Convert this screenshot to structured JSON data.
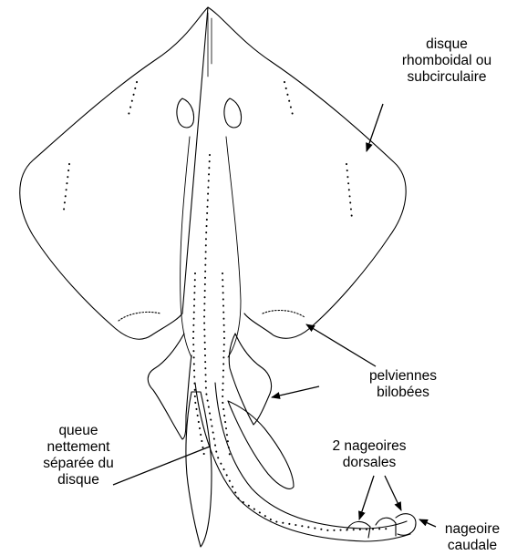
{
  "labels": {
    "disque": [
      "disque",
      "rhomboidal ou",
      "subcirculaire"
    ],
    "pelviennes": [
      "pelviennes",
      "bilobées"
    ],
    "queue": [
      "queue",
      "nettement",
      "séparée du",
      "disque"
    ],
    "dorsales": [
      "2 nageoires",
      "dorsales"
    ],
    "caudale": [
      "nageoire",
      "caudale"
    ]
  },
  "colors": {
    "ink": "#000000",
    "background": "#ffffff"
  }
}
